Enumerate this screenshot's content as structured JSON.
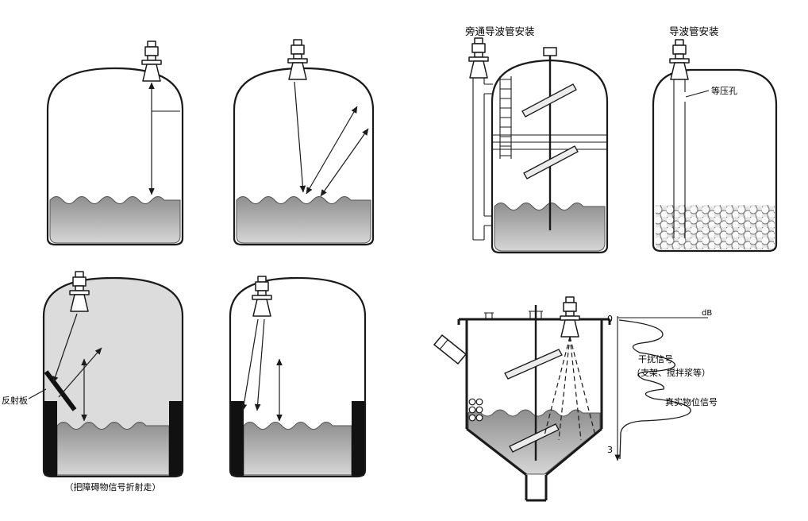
{
  "colors": {
    "ink": "#1a1a1a",
    "fog": "#dcdcdc",
    "liquid-top": "#8f8f8f",
    "liquid-bottom": "#d6d6d6",
    "granule-bg": "#e6e6e6"
  },
  "panels": {
    "bypass": {
      "title": "旁通导波管安装"
    },
    "guide": {
      "title": "导波管安装",
      "pressure_hole_label": "等压孔"
    },
    "reflector": {
      "plate_label": "反射板",
      "caption": "（把障碍物信号折射走）"
    },
    "echo_chart": {
      "top_scale": "0",
      "bottom_scale": "3",
      "unit": "dB",
      "interference_line1": "干扰信号",
      "interference_line2": "（支架、搅拌浆等）",
      "true_level_label": "真实物位信号"
    }
  }
}
